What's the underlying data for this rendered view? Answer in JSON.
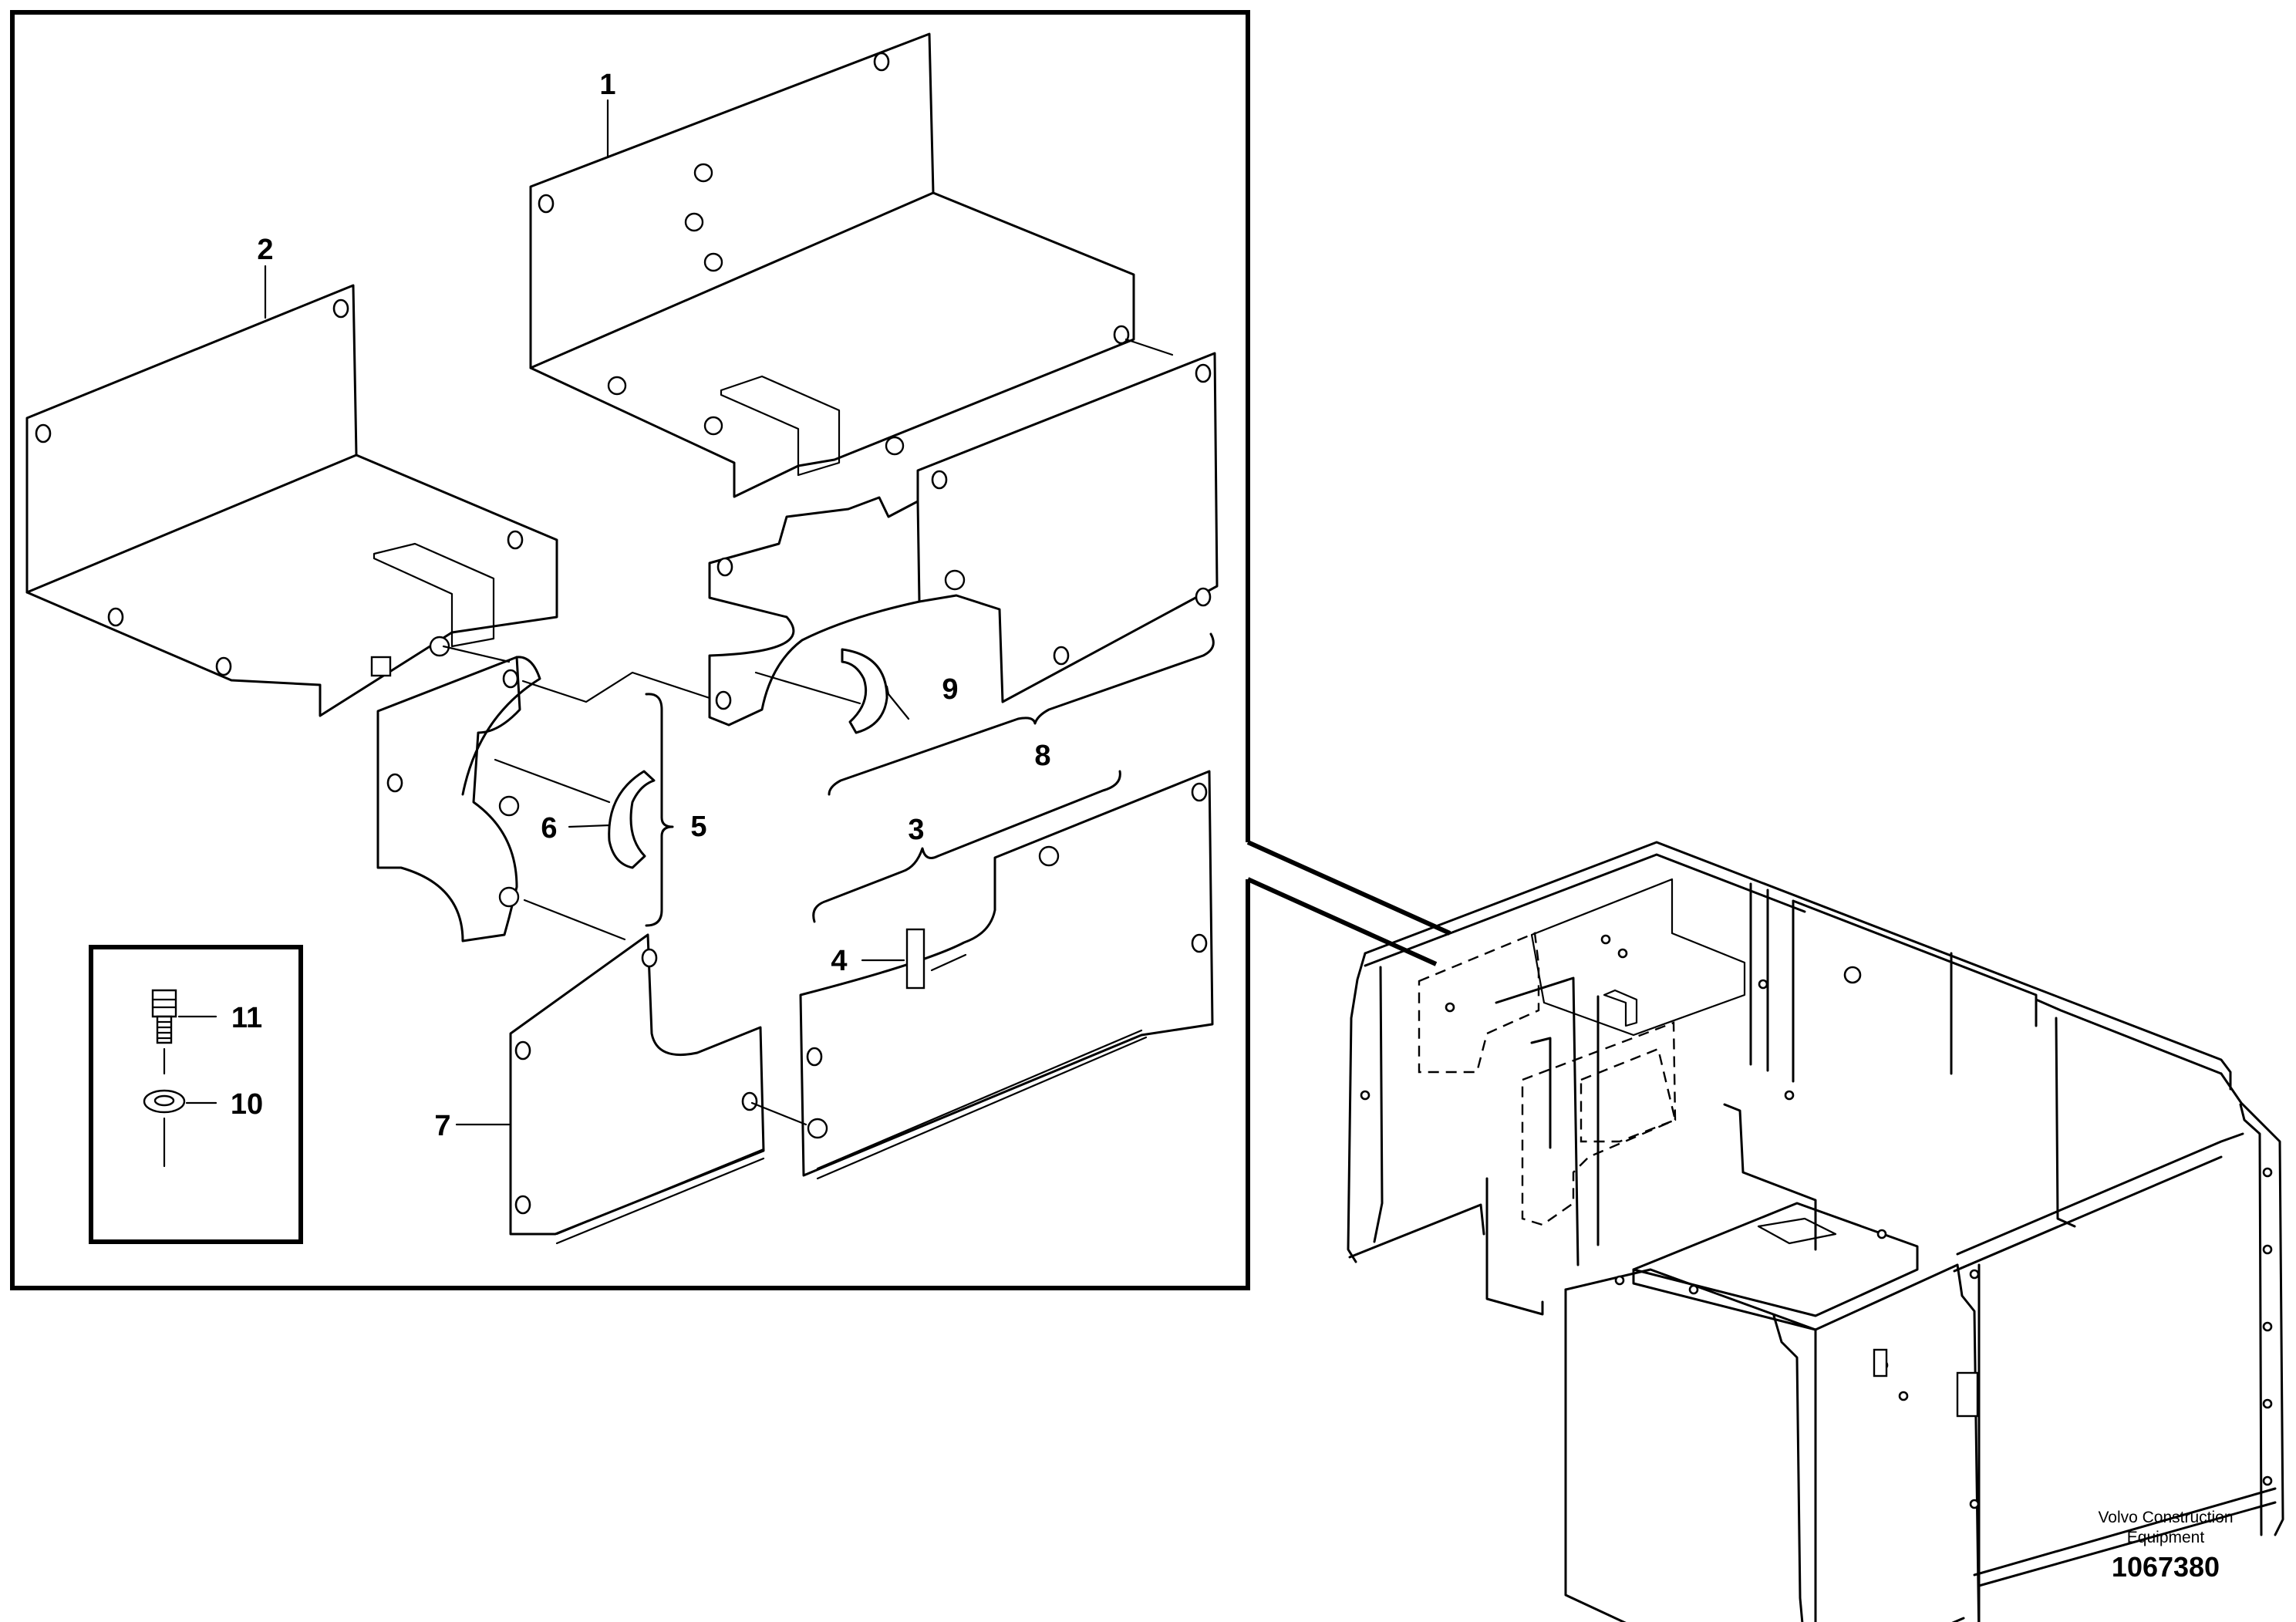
{
  "diagram": {
    "callouts": [
      "1",
      "2",
      "3",
      "4",
      "5",
      "6",
      "7",
      "8",
      "9",
      "10",
      "11"
    ],
    "brand_line1": "Volvo Construction",
    "brand_line2": "Equipment",
    "document_number": "1067380"
  }
}
